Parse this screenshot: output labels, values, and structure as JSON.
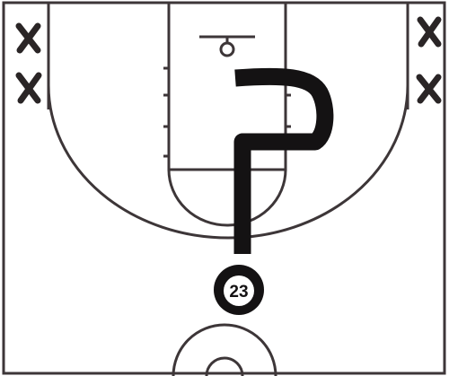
{
  "diagram": {
    "player": {
      "number": "23"
    },
    "defenders": {
      "left_count": 2,
      "right_count": 2,
      "symbol": "X"
    },
    "colors": {
      "court_line": "#3d3638",
      "ink": "#141213",
      "background": "#ffffff"
    }
  }
}
